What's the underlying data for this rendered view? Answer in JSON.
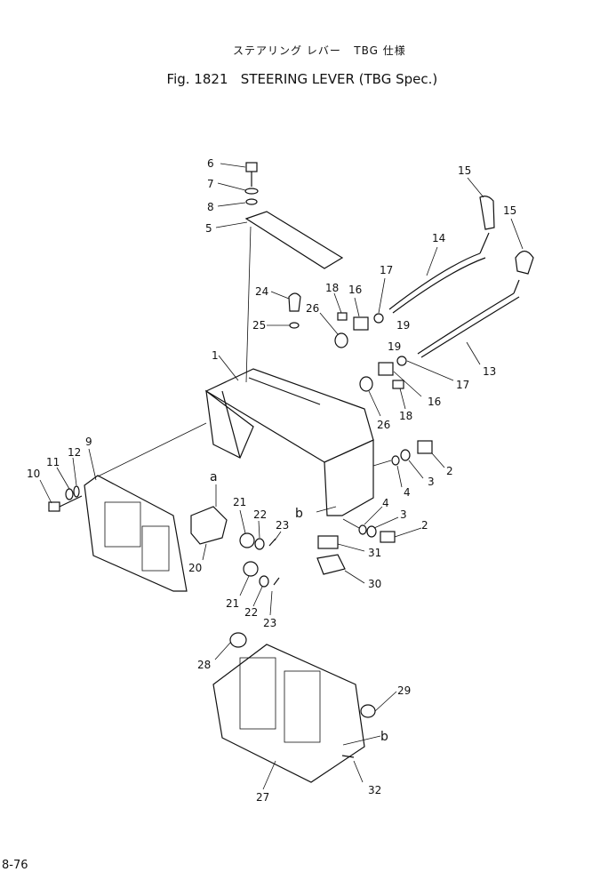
{
  "header": {
    "title_jp": "ステアリング レバー   TBG 仕様",
    "figure_label": "Fig. 1821",
    "title": "STEERING LEVER (TBG Spec.)"
  },
  "footer": {
    "page": "8-76"
  },
  "callouts": [
    "6",
    "7",
    "8",
    "5",
    "15",
    "15",
    "14",
    "17",
    "18",
    "16",
    "24",
    "26",
    "19",
    "25",
    "19",
    "1",
    "17",
    "13",
    "16",
    "18",
    "26",
    "9",
    "12",
    "11",
    "10",
    "2",
    "3",
    "4",
    "a",
    "21",
    "22",
    "23",
    "b",
    "4",
    "3",
    "2",
    "31",
    "20",
    "30",
    "21",
    "22",
    "23",
    "28",
    "29",
    "b",
    "27",
    "32"
  ]
}
